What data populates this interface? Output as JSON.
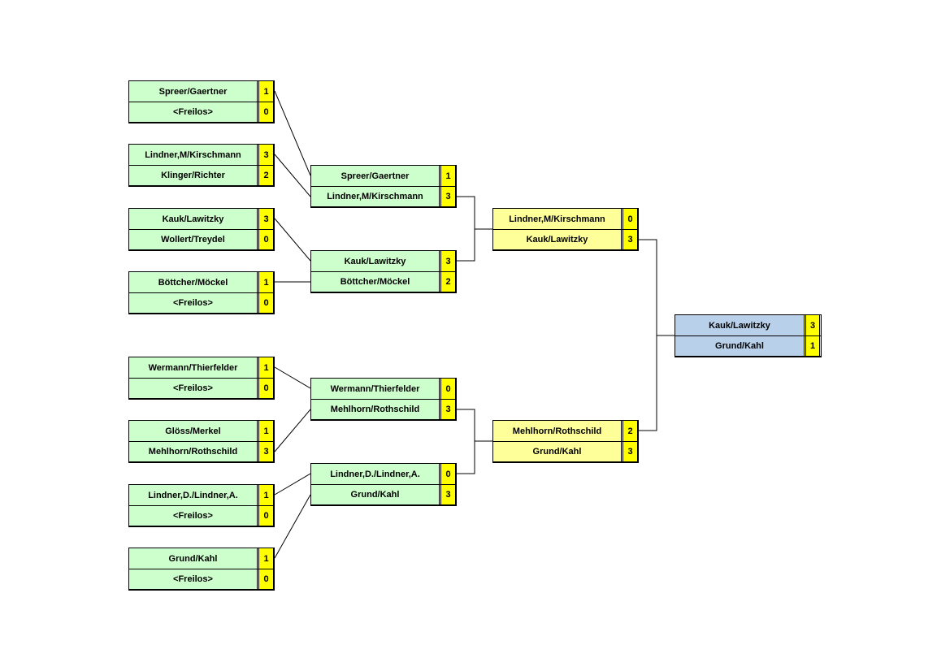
{
  "rounds": [
    {
      "round": 1,
      "matches": [
        {
          "teams": [
            {
              "name": "Spreer/Gaertner",
              "score": "1"
            },
            {
              "name": "<Freilos>",
              "score": "0"
            }
          ]
        },
        {
          "teams": [
            {
              "name": "Lindner,M/Kirschmann",
              "score": "3"
            },
            {
              "name": "Klinger/Richter",
              "score": "2"
            }
          ]
        },
        {
          "teams": [
            {
              "name": "Kauk/Lawitzky",
              "score": "3"
            },
            {
              "name": "Wollert/Treydel",
              "score": "0"
            }
          ]
        },
        {
          "teams": [
            {
              "name": "Böttcher/Möckel",
              "score": "1"
            },
            {
              "name": "<Freilos>",
              "score": "0"
            }
          ]
        },
        {
          "teams": [
            {
              "name": "Wermann/Thierfelder",
              "score": "1"
            },
            {
              "name": "<Freilos>",
              "score": "0"
            }
          ]
        },
        {
          "teams": [
            {
              "name": "Glöss/Merkel",
              "score": "1"
            },
            {
              "name": "Mehlhorn/Rothschild",
              "score": "3"
            }
          ]
        },
        {
          "teams": [
            {
              "name": "Lindner,D./Lindner,A.",
              "score": "1"
            },
            {
              "name": "<Freilos>",
              "score": "0"
            }
          ]
        },
        {
          "teams": [
            {
              "name": "Grund/Kahl",
              "score": "1"
            },
            {
              "name": "<Freilos>",
              "score": "0"
            }
          ]
        }
      ]
    },
    {
      "round": 2,
      "matches": [
        {
          "teams": [
            {
              "name": "Spreer/Gaertner",
              "score": "1"
            },
            {
              "name": "Lindner,M/Kirschmann",
              "score": "3"
            }
          ]
        },
        {
          "teams": [
            {
              "name": "Kauk/Lawitzky",
              "score": "3"
            },
            {
              "name": "Böttcher/Möckel",
              "score": "2"
            }
          ]
        },
        {
          "teams": [
            {
              "name": "Wermann/Thierfelder",
              "score": "0"
            },
            {
              "name": "Mehlhorn/Rothschild",
              "score": "3"
            }
          ]
        },
        {
          "teams": [
            {
              "name": "Lindner,D./Lindner,A.",
              "score": "0"
            },
            {
              "name": "Grund/Kahl",
              "score": "3"
            }
          ]
        }
      ]
    },
    {
      "round": 3,
      "matches": [
        {
          "teams": [
            {
              "name": "Lindner,M/Kirschmann",
              "score": "0"
            },
            {
              "name": "Kauk/Lawitzky",
              "score": "3"
            }
          ]
        },
        {
          "teams": [
            {
              "name": "Mehlhorn/Rothschild",
              "score": "2"
            },
            {
              "name": "Grund/Kahl",
              "score": "3"
            }
          ]
        }
      ]
    },
    {
      "round": 4,
      "matches": [
        {
          "teams": [
            {
              "name": "Kauk/Lawitzky",
              "score": "3"
            },
            {
              "name": "Grund/Kahl",
              "score": "1"
            }
          ]
        }
      ]
    }
  ],
  "colors": {
    "round1_name_bg": "#ccffcc",
    "round2_name_bg": "#ccffcc",
    "round3_name_bg": "#ffff99",
    "final_name_bg": "#b8d0ea",
    "score_bg": "#ffff00",
    "connector": "#000000"
  }
}
